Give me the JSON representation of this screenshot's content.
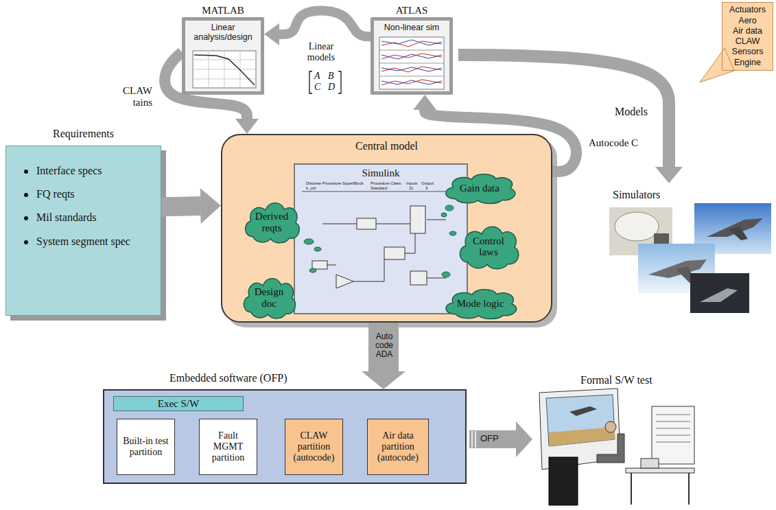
{
  "diagram": {
    "nodes": [
      {
        "text": [
          "MATLAB",
          "Linear analysis/design"
        ]
      },
      {
        "text": [
          "ATLAS",
          "Non-linear sim"
        ]
      },
      {
        "text": [
          "Actuators",
          "Aero",
          "Air data",
          "CLAW",
          "Sensors",
          "Engine"
        ]
      },
      {
        "text": [
          "Requirements",
          "Interface specs",
          "FQ reqts",
          "Mil standards",
          "System segment spec"
        ]
      },
      {
        "text": [
          "Central model"
        ]
      },
      {
        "text": [
          "Simulink"
        ],
        "in": 4
      },
      {
        "text": [
          "Derived reqts"
        ],
        "in": 4
      },
      {
        "text": [
          "Gain data"
        ],
        "in": 4
      },
      {
        "text": [
          "Control laws"
        ],
        "in": 4
      },
      {
        "text": [
          "Design doc"
        ],
        "in": 4
      },
      {
        "text": [
          "Mode logic"
        ],
        "in": 4
      },
      {
        "text": [
          "Embedded software (OFP)"
        ]
      },
      {
        "text": [
          "Exec S/W"
        ],
        "in": 11
      },
      {
        "text": [
          "Built-in test partition"
        ],
        "in": 11
      },
      {
        "text": [
          "Fault MGMT partition"
        ],
        "in": 11
      },
      {
        "text": [
          "CLAW partition (autocode)"
        ],
        "in": 11
      },
      {
        "text": [
          "Air data partition (autocode)"
        ],
        "in": 11
      }
    ],
    "edges": [
      {
        "from": 0,
        "to": 4,
        "arrow": "to",
        "label": "CLAW tains"
      },
      {
        "from": 1,
        "to": 0,
        "arrow": "to",
        "label": "Linear models"
      },
      {
        "from": 4,
        "to": 1,
        "arrow": "to",
        "label": "Autocode C"
      },
      {
        "from": 3,
        "to": 4,
        "arrow": "to"
      },
      {
        "from": 4,
        "to": 11,
        "arrow": "to",
        "label": "Auto code ADA"
      }
    ],
    "labels": [
      "A",
      "B",
      "C",
      "D",
      "Discrete Procedure SuperBlock",
      "lr_ctrl",
      "Procedure Class",
      "Standard",
      "Inputs",
      "11",
      "Output",
      "3",
      "Models",
      "Simulators",
      "OFP",
      "Formal S/W test"
    ]
  }
}
